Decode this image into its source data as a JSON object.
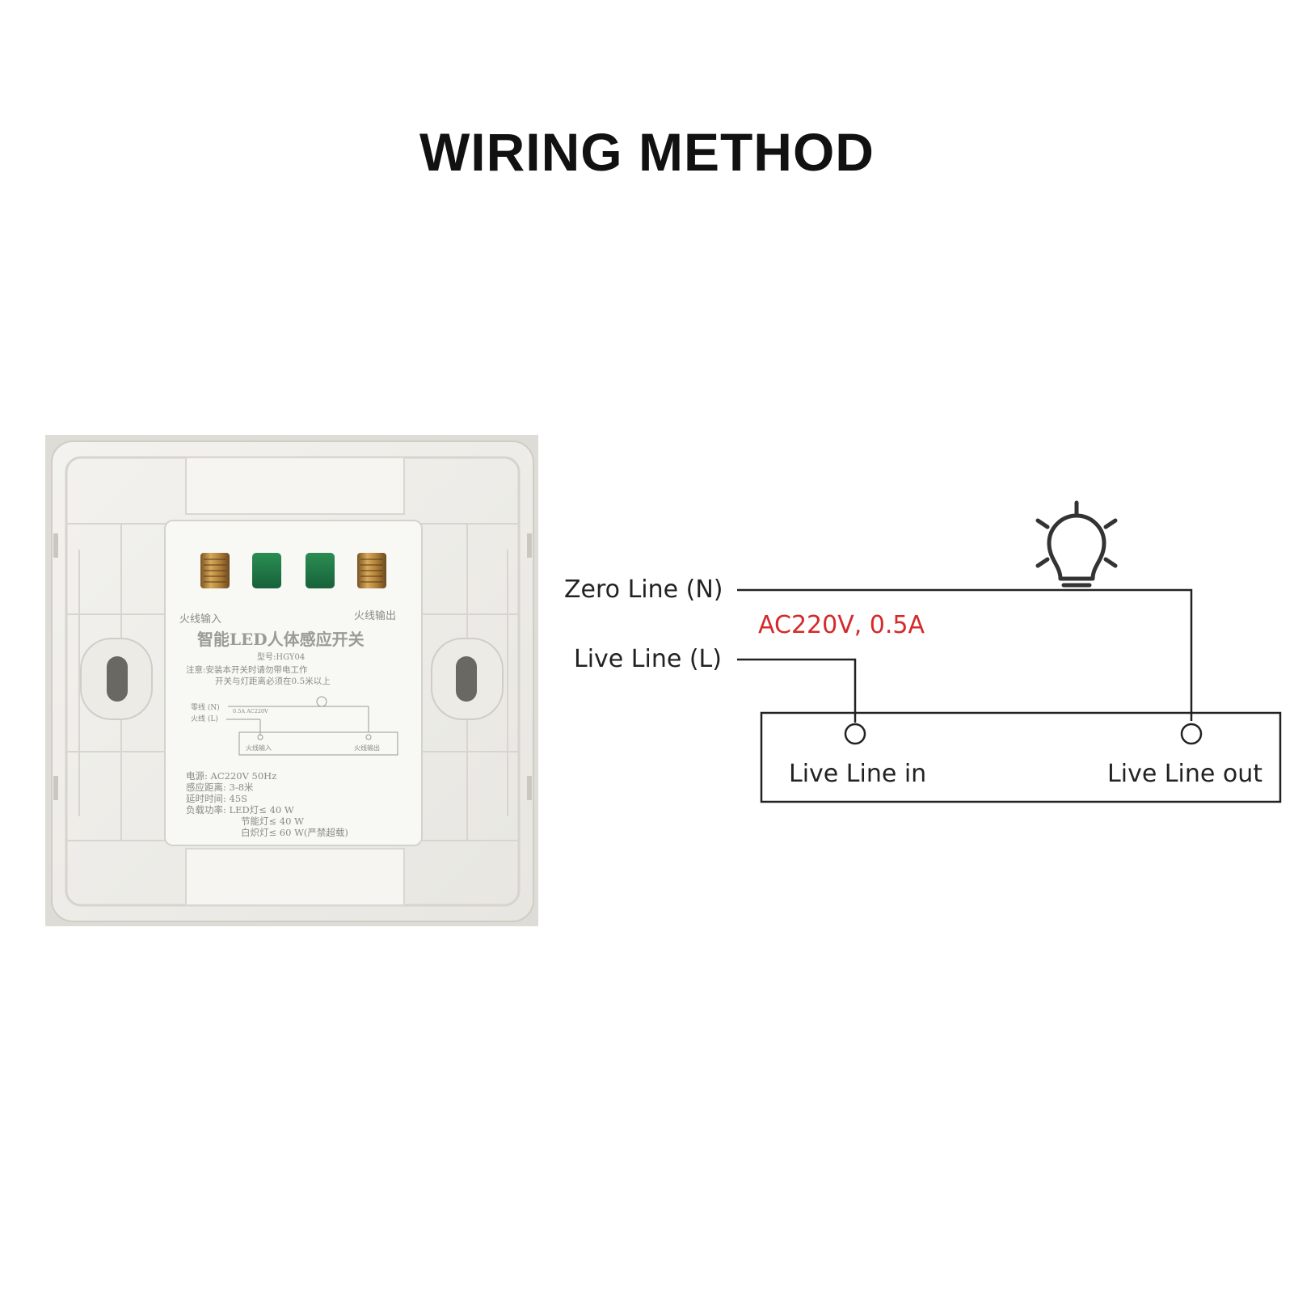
{
  "title": "WIRING METHOD",
  "device": {
    "terminal_left_label": "火线输入",
    "terminal_right_label": "火线输出",
    "product_name": "智能LED人体感应开关",
    "model": "型号:HGY04",
    "notice_line1": "注意:安装本开关时请勿带电工作",
    "notice_line2": "开关与灯距离必须在0.5米以上",
    "mini_diagram": {
      "zero_line": "零线 (N)",
      "live_line": "火线 (L)",
      "rating": "0.5A AC220V",
      "in_label": "火线输入",
      "out_label": "火线输出"
    },
    "specs": [
      "电源: AC220V 50Hz",
      "感应距离: 3-8米",
      "延时时间: 45S",
      "负载功率: LED灯≤ 40 W",
      "节能灯≤ 40 W",
      "白炽灯≤ 60 W(严禁超载)"
    ]
  },
  "diagram": {
    "zero_line_label": "Zero Line (N)",
    "live_line_label": "Live Line (L)",
    "rating_label": "AC220V, 0.5A",
    "live_in_label": "Live Line in",
    "live_out_label": "Live Line out",
    "bulb_icon": "light-bulb-icon"
  },
  "colors": {
    "rating_text": "#d42a2a",
    "line": "#222222",
    "terminal_brass": "#b98a3a",
    "terminal_green": "#1f7a45"
  }
}
